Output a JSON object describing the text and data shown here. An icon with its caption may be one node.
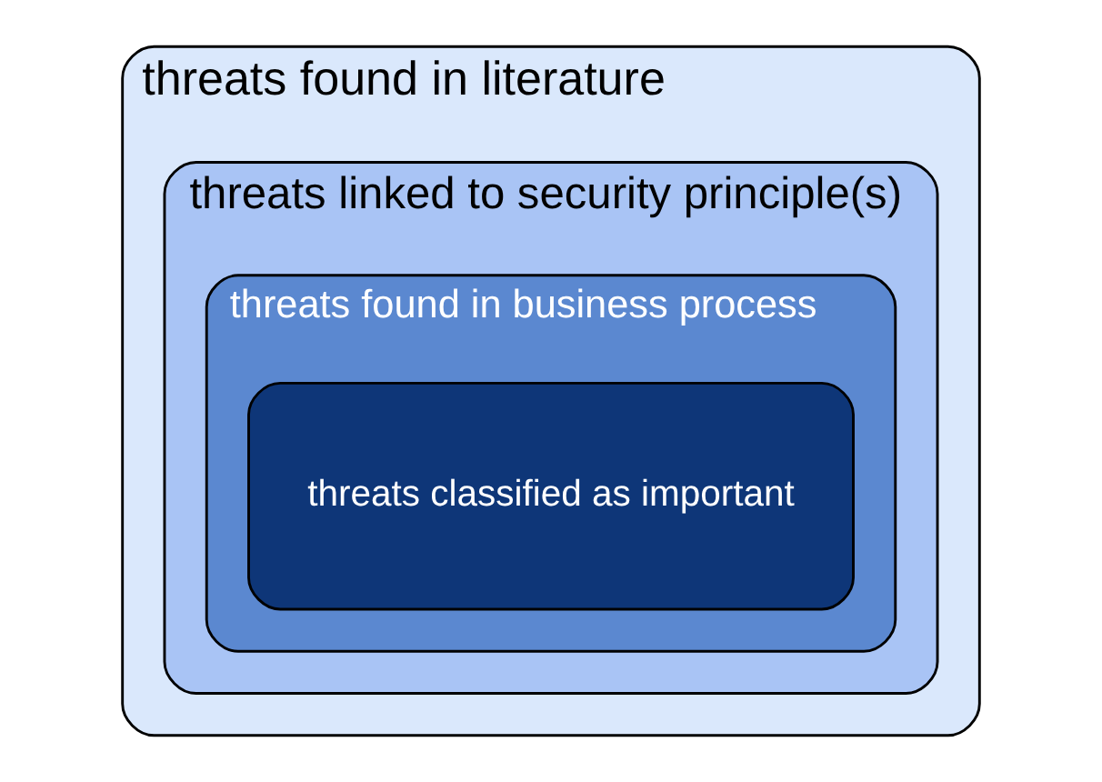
{
  "diagram": {
    "nodes": [
      {
        "text": [
          "threats found in literature"
        ]
      },
      {
        "text": [
          "threats linked to security principle(s)"
        ],
        "in": 0
      },
      {
        "text": [
          "threats found in business process"
        ],
        "in": 1
      },
      {
        "text": [
          "threats classified as important"
        ],
        "in": 2
      }
    ]
  }
}
